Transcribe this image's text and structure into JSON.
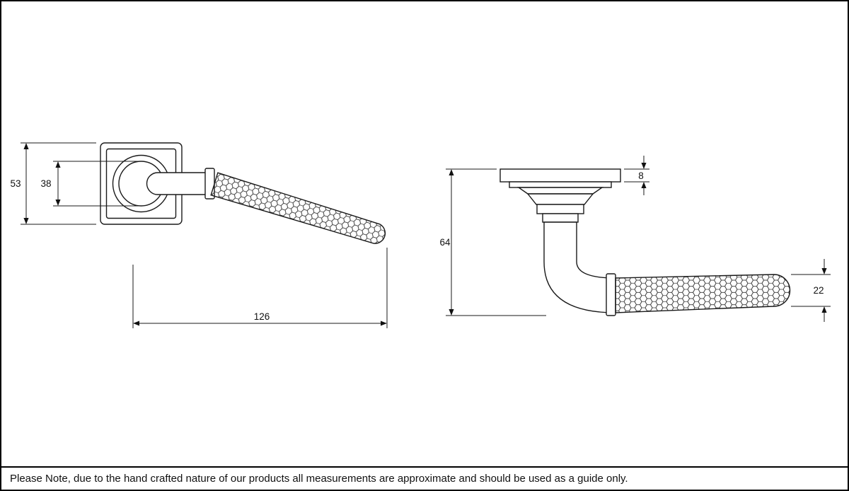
{
  "drawing": {
    "front_view": {
      "dim_rose_height": "53",
      "dim_rose_inner": "38",
      "dim_lever_length": "126"
    },
    "side_view": {
      "dim_rose_thickness": "8",
      "dim_projection": "64",
      "dim_lever_diameter": "22"
    }
  },
  "footer": {
    "note": "Please Note, due to the hand crafted nature of our products all measurements are approximate and should be used as a guide only."
  }
}
